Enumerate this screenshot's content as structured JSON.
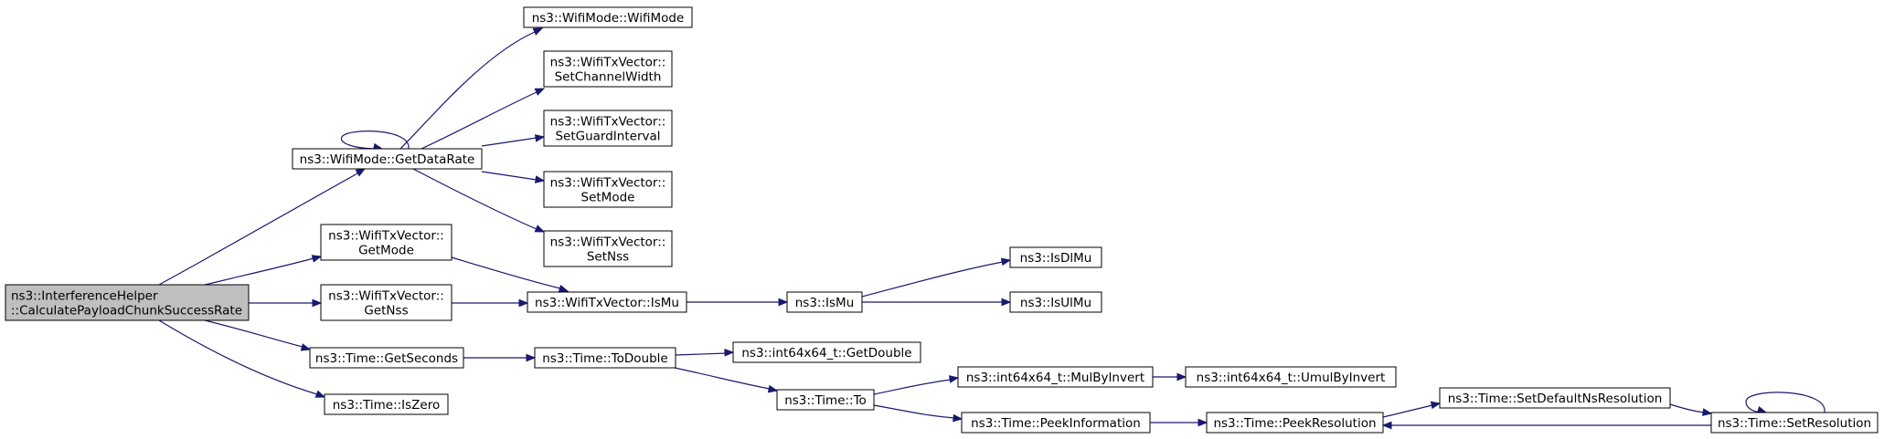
{
  "diagram": {
    "nodes": [
      {
        "id": "root",
        "lines": [
          "ns3::InterferenceHelper",
          "::CalculatePayloadChunkSuccessRate"
        ],
        "highlighted": true
      },
      {
        "id": "wm_getdatarate",
        "lines": [
          "ns3::WifiMode::GetDataRate"
        ]
      },
      {
        "id": "wm_wifimode",
        "lines": [
          "ns3::WifiMode::WifiMode"
        ]
      },
      {
        "id": "tx_setchannelwidth",
        "lines": [
          "ns3::WifiTxVector::",
          "SetChannelWidth"
        ]
      },
      {
        "id": "tx_setguardinterval",
        "lines": [
          "ns3::WifiTxVector::",
          "SetGuardInterval"
        ]
      },
      {
        "id": "tx_setmode",
        "lines": [
          "ns3::WifiTxVector::",
          "SetMode"
        ]
      },
      {
        "id": "tx_setnss",
        "lines": [
          "ns3::WifiTxVector::",
          "SetNss"
        ]
      },
      {
        "id": "tx_getmode",
        "lines": [
          "ns3::WifiTxVector::",
          "GetMode"
        ]
      },
      {
        "id": "tx_getnss",
        "lines": [
          "ns3::WifiTxVector::",
          "GetNss"
        ]
      },
      {
        "id": "tx_ismu",
        "lines": [
          "ns3::WifiTxVector::IsMu"
        ]
      },
      {
        "id": "ismu",
        "lines": [
          "ns3::IsMu"
        ]
      },
      {
        "id": "isdlmu",
        "lines": [
          "ns3::IsDlMu"
        ]
      },
      {
        "id": "isulmu",
        "lines": [
          "ns3::IsUlMu"
        ]
      },
      {
        "id": "time_getseconds",
        "lines": [
          "ns3::Time::GetSeconds"
        ]
      },
      {
        "id": "time_iszero",
        "lines": [
          "ns3::Time::IsZero"
        ]
      },
      {
        "id": "time_todouble",
        "lines": [
          "ns3::Time::ToDouble"
        ]
      },
      {
        "id": "i64_getdouble",
        "lines": [
          "ns3::int64x64_t::GetDouble"
        ]
      },
      {
        "id": "time_to",
        "lines": [
          "ns3::Time::To"
        ]
      },
      {
        "id": "i64_mulbyinvert",
        "lines": [
          "ns3::int64x64_t::MulByInvert"
        ]
      },
      {
        "id": "i64_umulbyinvert",
        "lines": [
          "ns3::int64x64_t::UmulByInvert"
        ]
      },
      {
        "id": "time_peekinformation",
        "lines": [
          "ns3::Time::PeekInformation"
        ]
      },
      {
        "id": "time_peekresolution",
        "lines": [
          "ns3::Time::PeekResolution"
        ]
      },
      {
        "id": "time_setdefaultns",
        "lines": [
          "ns3::Time::SetDefaultNsResolution"
        ]
      },
      {
        "id": "time_setresolution",
        "lines": [
          "ns3::Time::SetResolution"
        ]
      }
    ],
    "edges": [
      {
        "from": "root",
        "to": "wm_getdatarate"
      },
      {
        "from": "root",
        "to": "tx_getmode"
      },
      {
        "from": "root",
        "to": "tx_getnss"
      },
      {
        "from": "root",
        "to": "time_getseconds"
      },
      {
        "from": "root",
        "to": "time_iszero"
      },
      {
        "from": "wm_getdatarate",
        "to": "wm_getdatarate"
      },
      {
        "from": "wm_getdatarate",
        "to": "wm_wifimode"
      },
      {
        "from": "wm_getdatarate",
        "to": "tx_setchannelwidth"
      },
      {
        "from": "wm_getdatarate",
        "to": "tx_setguardinterval"
      },
      {
        "from": "wm_getdatarate",
        "to": "tx_setmode"
      },
      {
        "from": "wm_getdatarate",
        "to": "tx_setnss"
      },
      {
        "from": "tx_getmode",
        "to": "tx_ismu"
      },
      {
        "from": "tx_getnss",
        "to": "tx_ismu"
      },
      {
        "from": "tx_ismu",
        "to": "ismu"
      },
      {
        "from": "ismu",
        "to": "isdlmu"
      },
      {
        "from": "ismu",
        "to": "isulmu"
      },
      {
        "from": "time_getseconds",
        "to": "time_todouble"
      },
      {
        "from": "time_todouble",
        "to": "i64_getdouble"
      },
      {
        "from": "time_todouble",
        "to": "time_to"
      },
      {
        "from": "time_to",
        "to": "i64_mulbyinvert"
      },
      {
        "from": "time_to",
        "to": "time_peekinformation"
      },
      {
        "from": "i64_mulbyinvert",
        "to": "i64_umulbyinvert"
      },
      {
        "from": "time_peekinformation",
        "to": "time_peekresolution"
      },
      {
        "from": "time_peekresolution",
        "to": "time_setdefaultns"
      },
      {
        "from": "time_setdefaultns",
        "to": "time_setresolution"
      },
      {
        "from": "time_setresolution",
        "to": "time_setresolution"
      },
      {
        "from": "time_setresolution",
        "to": "time_peekresolution"
      }
    ],
    "colors": {
      "edge": "#191970",
      "node_fill": "#ffffff",
      "node_highlight_fill": "#bfbfbf",
      "node_border": "#000000"
    }
  }
}
